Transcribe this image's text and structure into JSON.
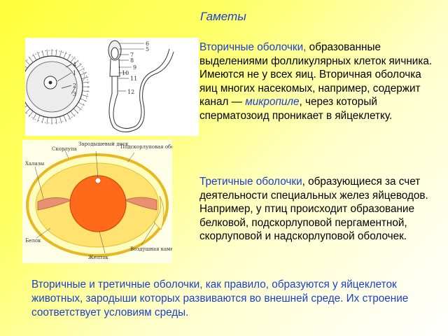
{
  "title": "Гаметы",
  "secondary": {
    "term": "Вторичные оболочки,",
    "text1": " образованные выделениями фолликулярных клеток яичника. Имеются не у всех яиц. Вторичная оболочка яиц многих насекомых, например, содержит канал — ",
    "term2": "микропиле",
    "text2": ", через который сперматозоид проникает в яйцеклетку."
  },
  "tertiary": {
    "term": "Третичные оболочки",
    "text": ", образующиеся за счет деятельности специальных желез яйцеводов. Например, у птиц происходит образование белковой, подскорлуповой пергаментной, скорлуповой и надскорлуповой оболочек."
  },
  "summary": "Вторичные и третичные оболочки, как правило, образуются у яйцеклеток животных, зародыши которых развиваются во внешней среде. Их строение соответствует условиям среды.",
  "figure1": {
    "egg_numbers": [
      "4",
      "1",
      "2",
      "3"
    ],
    "sperm_numbers": [
      "6",
      "5",
      "7",
      "8",
      "9",
      "10",
      "11",
      "12"
    ]
  },
  "figure2": {
    "labels": {
      "shell": "Скорлупа",
      "germinal_disc": "Зародышевый диск",
      "membrane": "Подскорлуповая оболочка",
      "chalaza": "Халазы",
      "albumen": "Белок",
      "air_cell": "Воздушная камера",
      "yolk": "Желток"
    }
  },
  "colors": {
    "accent": "#1a3fd0",
    "yolk": "#ff6a1a",
    "egg_outline": "#e8b820"
  }
}
